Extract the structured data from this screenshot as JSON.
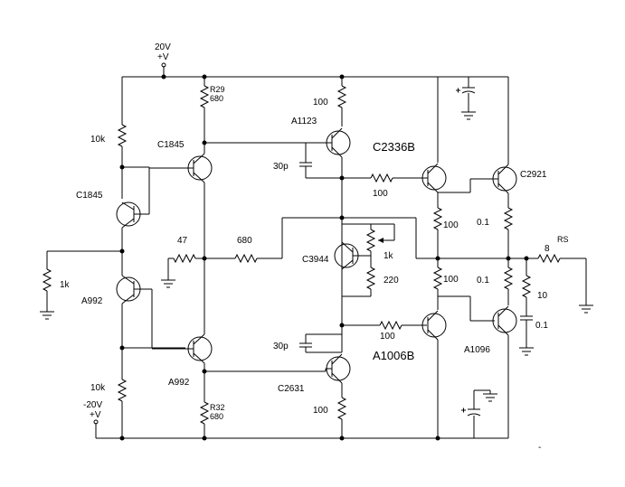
{
  "diagram": {
    "supplies": {
      "pos_value": "20V",
      "pos_name": "+V",
      "neg_value": "-20V",
      "neg_name": "+V"
    },
    "labels": {
      "r_10k_top": "10k",
      "r_10k_bot": "10k",
      "r_1k_in": "1k",
      "q_c1845_a": "C1845",
      "q_c1845_b": "C1845",
      "q_a992_a": "A992",
      "q_a992_b": "A992",
      "r29_name": "R29",
      "r29_val": "680",
      "r32_name": "R32",
      "r32_val": "680",
      "r_47": "47",
      "r_680": "680",
      "q_a1123": "A1123",
      "q_c2631": "C2631",
      "r_100_top": "100",
      "r_100_bot": "100",
      "c_30p_top": "30p",
      "c_30p_bot": "30p",
      "q_c3944": "C3944",
      "rv_1k": "1k",
      "r_220": "220",
      "q_c2336b": "C2336B",
      "q_a1006b": "A1006B",
      "r_100_drv_top": "100",
      "r_100_drv_bot": "100",
      "r_100_mid_top": "100",
      "r_100_mid_bot": "100",
      "q_c2921": "C2921",
      "q_a1096": "A1096",
      "r_01_top": "0.1",
      "r_01_bot": "0.1",
      "r_8": "8",
      "rs_name": "RS",
      "r_10": "10",
      "c_01": "0.1",
      "dash": "-"
    }
  }
}
